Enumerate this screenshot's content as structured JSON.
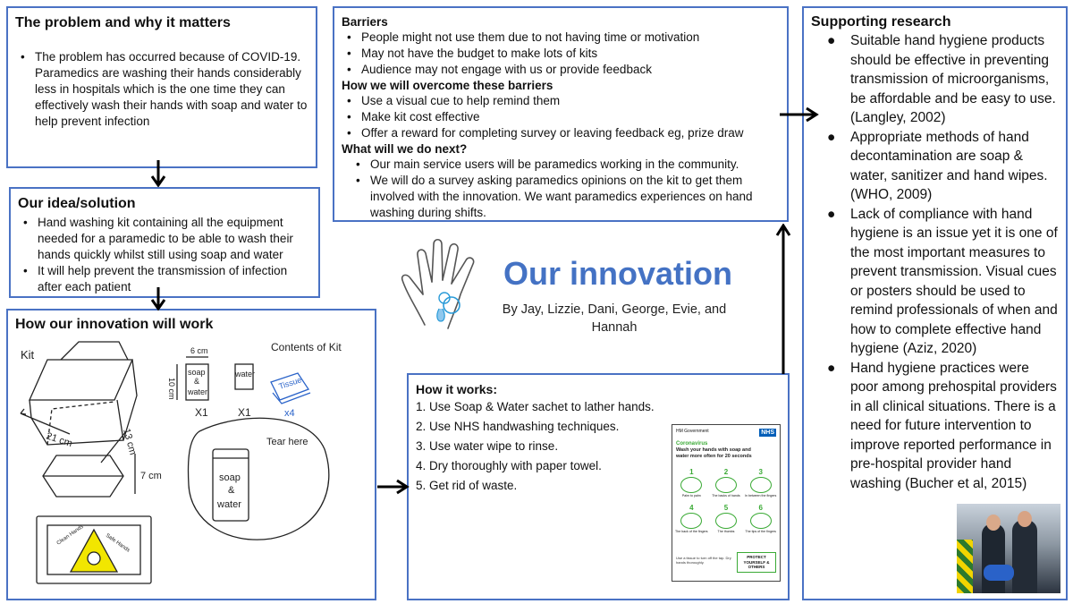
{
  "problem": {
    "title": "The problem and why it matters",
    "items": [
      "The problem has occurred because of COVID-19. Paramedics are washing their hands considerably less in hospitals which is the one time they can effectively wash their hands with soap and water to help prevent infection"
    ]
  },
  "idea": {
    "title": "Our idea/solution",
    "items": [
      "Hand washing kit containing all the equipment needed for a paramedic to be able to wash their hands quickly whilst still using soap and water",
      "It will help prevent the transmission of infection after each patient"
    ]
  },
  "barriers": {
    "title": "Barriers",
    "items": [
      "People might not use them due to not having time or motivation",
      "May not have the budget to make lots of kits",
      "Audience may not engage with us or provide feedback"
    ],
    "overcome_title": "How we will overcome these barriers",
    "overcome_items": [
      "Use a visual cue to help remind them",
      "Make kit cost effective",
      "Offer a reward for completing survey or leaving feedback eg, prize draw"
    ],
    "next_title": "What will we do next?",
    "next_items": [
      "Our main service users will be paramedics working in the community.",
      "We will do a survey asking paramedics opinions on the kit to get them involved with the innovation. We want paramedics experiences on hand washing during shifts."
    ]
  },
  "center": {
    "title": "Our innovation",
    "authors": "By Jay, Lizzie, Dani, George, Evie, and Hannah"
  },
  "how_work": {
    "title": "How our innovation will work",
    "sketch": {
      "kit": "Kit",
      "dim_21": "21 cm",
      "dim_13": "13 cm",
      "dim_7": "7 cm",
      "dim_6": "6 cm",
      "dim_10": "10 cm",
      "contents": "Contents of Kit",
      "soap": "soap",
      "amp": "&",
      "water": "water",
      "tissue": "Tissue",
      "x4": "x4",
      "x1a": "X1",
      "x1b": "X1",
      "tear": "Tear here",
      "clean": "Clean Hands",
      "safe": "Safe Hands"
    }
  },
  "how_it_works": {
    "title": "How it works:",
    "steps": [
      "1. Use Soap & Water sachet to lather hands.",
      "2. Use NHS handwashing techniques.",
      "3. Use water wipe to rinse.",
      "4. Dry thoroughly with paper towel.",
      "5. Get rid of waste."
    ],
    "poster": {
      "org": "HM Government",
      "nhs": "NHS",
      "coronavirus": "Coronavirus",
      "headline": "Wash your hands with soap and water more often for 20 seconds",
      "step_numbers": [
        "1",
        "2",
        "3",
        "4",
        "5",
        "6"
      ],
      "step_labels": [
        "Palm to palm",
        "The backs of hands",
        "In between the fingers",
        "The back of the fingers",
        "The thumbs",
        "The tips of the fingers"
      ],
      "footer": "Use a tissue to turn off the tap. Dry hands thoroughly.",
      "badge": "PROTECT YOURSELF & OTHERS"
    }
  },
  "research": {
    "title": "Supporting research",
    "items": [
      "Suitable hand hygiene products should be effective in preventing transmission of microorganisms, be affordable and be easy to use. (Langley, 2002)",
      " Appropriate methods of hand decontamination are soap & water, sanitizer and hand wipes. (WHO, 2009)",
      "Lack of compliance with hand hygiene is an issue yet it is one of the most important measures to prevent transmission. Visual cues or posters should be used to remind professionals of when and how to complete effective hand hygiene (Aziz, 2020)",
      "Hand hygiene practices were poor among prehospital providers in all clinical situations. There is a need for future intervention to improve reported performance in pre-hospital provider hand washing (Bucher et al, 2015)"
    ]
  },
  "colors": {
    "border": "#4a72c4",
    "title_blue": "#4472c4",
    "nhs_blue": "#005eb8",
    "poster_green": "#3aaa35"
  }
}
